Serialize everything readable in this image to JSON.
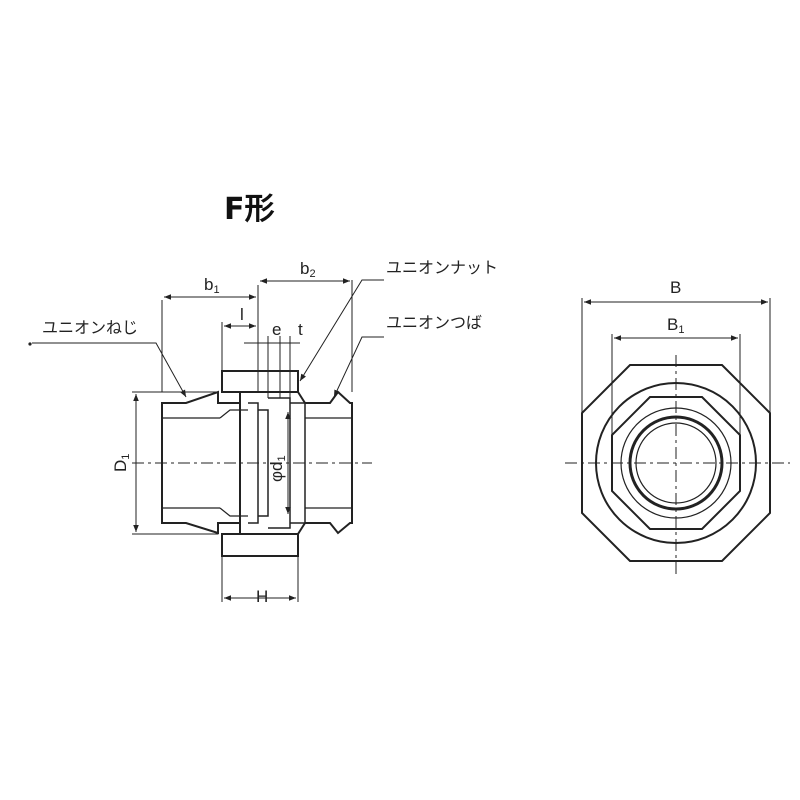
{
  "title": "F形",
  "labels": {
    "union_screw": "ユニオンねじ",
    "union_nut": "ユニオンナット",
    "union_flange": "ユニオンつば"
  },
  "dimensions": {
    "b1": "b",
    "b1_sub": "1",
    "b2": "b",
    "b2_sub": "2",
    "l": "l",
    "e": "e",
    "t": "t",
    "D1": "D",
    "D1_sub": "1",
    "d1_phi": "φ",
    "d1": "d",
    "d1_sub": "1",
    "H": "H",
    "B": "B",
    "B1": "B",
    "B1_sub": "1"
  }
}
